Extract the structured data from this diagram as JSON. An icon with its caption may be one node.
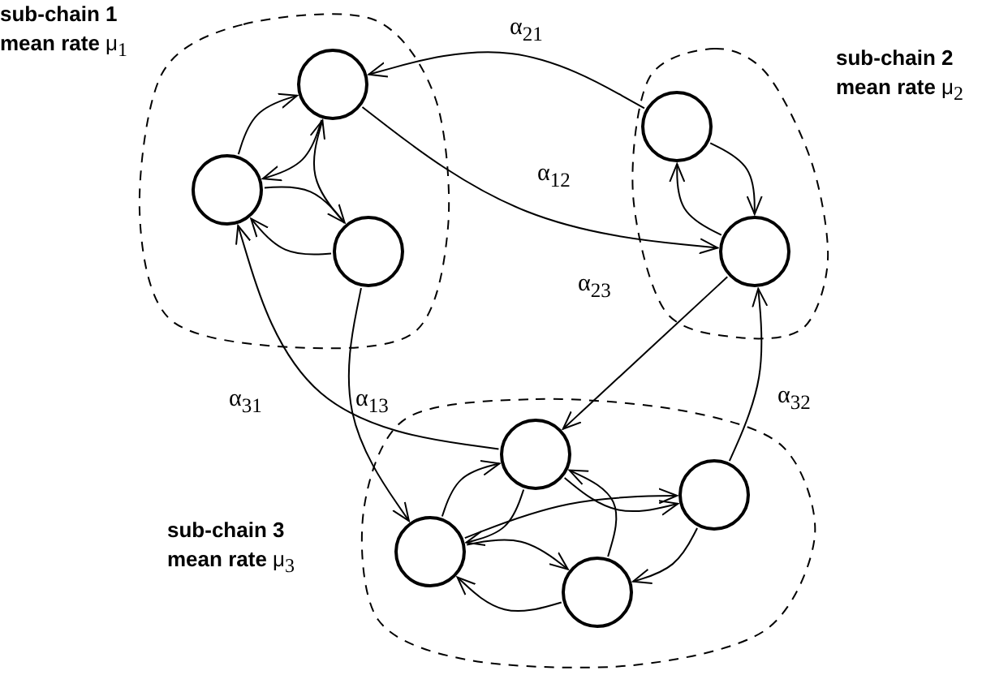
{
  "diagram": {
    "nodes": [
      {
        "text": [
          "sub-chain 1",
          "**mean rate** μ$_{1}$"
        ]
      },
      {
        "text": [],
        "shape": "circle",
        "in": 0
      },
      {
        "text": [],
        "shape": "circle",
        "in": 0
      },
      {
        "text": [],
        "shape": "circle",
        "in": 0
      },
      {
        "text": [
          "sub-chain 2",
          "**mean rate** μ$_{2}$"
        ]
      },
      {
        "text": [],
        "shape": "circle",
        "in": 4
      },
      {
        "text": [],
        "shape": "circle",
        "in": 4
      },
      {
        "text": [
          "sub-chain 3",
          "**mean rate** μ$_{3}$"
        ]
      },
      {
        "text": [],
        "shape": "circle",
        "in": 7
      },
      {
        "text": [],
        "shape": "circle",
        "in": 7
      },
      {
        "text": [],
        "shape": "circle",
        "in": 7
      },
      {
        "text": [],
        "shape": "circle",
        "in": 7
      }
    ],
    "edges": [
      {
        "from": 1,
        "to": 2,
        "arrow": "to"
      },
      {
        "from": 2,
        "to": 1,
        "arrow": "to"
      },
      {
        "from": 3,
        "to": 2,
        "arrow": "to"
      },
      {
        "from": 2,
        "to": 3,
        "arrow": "to"
      },
      {
        "from": 3,
        "to": 1,
        "arrow": "to"
      },
      {
        "from": 5,
        "to": 6,
        "arrow": "to"
      },
      {
        "from": 6,
        "to": 5,
        "arrow": "to"
      },
      {
        "from": 8,
        "to": 9,
        "arrow": "to"
      },
      {
        "from": 8,
        "to": 10,
        "arrow": "to"
      },
      {
        "from": 10,
        "to": 8,
        "arrow": "to"
      },
      {
        "from": 10,
        "to": 9,
        "arrow": "to"
      },
      {
        "from": 10,
        "to": 11,
        "arrow": "to"
      },
      {
        "from": 11,
        "to": 10,
        "arrow": "to"
      },
      {
        "from": 9,
        "to": 11,
        "arrow": "to"
      },
      {
        "from": 11,
        "to": 8,
        "arrow": "to"
      },
      {
        "from": 5,
        "to": 1,
        "arrow": "to",
        "label": "α$_{21}$"
      },
      {
        "from": 1,
        "to": 6,
        "arrow": "to",
        "label": "α$_{12}$"
      },
      {
        "from": 6,
        "to": 8,
        "arrow": "to",
        "label": "α$_{23}$"
      },
      {
        "from": 3,
        "to": 10,
        "arrow": "to",
        "label": "α$_{13}$"
      },
      {
        "from": 8,
        "to": 2,
        "arrow": "to",
        "label": "α$_{31}$"
      },
      {
        "from": 9,
        "to": 6,
        "arrow": "to",
        "label": "α$_{32}$"
      }
    ]
  }
}
